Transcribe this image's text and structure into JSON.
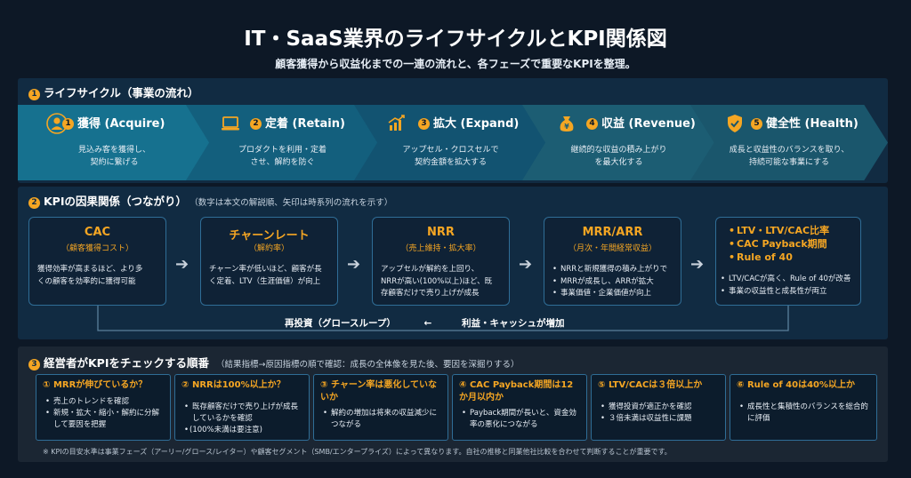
{
  "title": "IT・SaaS業界のライフサイクルとKPI関係図",
  "subtitle": "顧客獲得から収益化までの一連の流れと、各フェーズで重要なKPIを整理。",
  "section1": {
    "num": "1",
    "heading": "ライフサイクル（事業の流れ）",
    "stages": [
      {
        "num": "1",
        "title": "獲得 (Acquire)",
        "desc1": "見込み客を獲得し、",
        "desc2": "契約に繋げる",
        "icon": "user-icon",
        "color": "#16718f"
      },
      {
        "num": "2",
        "title": "定着 (Retain)",
        "desc1": "プロダクトを利用・定着",
        "desc2": "させ、解約を防ぐ",
        "icon": "laptop-icon",
        "color": "#135f7d"
      },
      {
        "num": "3",
        "title": "拡大 (Expand)",
        "desc1": "アップセル・クロスセルで",
        "desc2": "契約金額を拡大する",
        "icon": "chart-up-icon",
        "color": "#125371"
      },
      {
        "num": "4",
        "title": "収益 (Revenue)",
        "desc1": "継続的な収益の積み上がり",
        "desc2": "を最大化する",
        "icon": "money-bag-icon",
        "color": "#1c5d73"
      },
      {
        "num": "5",
        "title": "健全性 (Health)",
        "desc1": "成長と収益性のバランスを取り、",
        "desc2": "持続可能な事業にする",
        "icon": "shield-check-icon",
        "color": "#1a566c"
      }
    ]
  },
  "section2": {
    "num": "2",
    "heading": "KPIの因果関係（つながり）",
    "note": "（数字は本文の解説順、矢印は時系列の流れを示す）",
    "kpis": [
      {
        "title": "CAC",
        "sub": "（顧客獲得コスト）",
        "lines": [
          "獲得効率が高まるほど、より多",
          "くの顧客を効率的に獲得可能"
        ]
      },
      {
        "title": "チャーンレート",
        "sub": "（解約率）",
        "lines": [
          "チャーン率が低いほど、顧客が長",
          "く定着、LTV（生涯価値）が向上"
        ]
      },
      {
        "title": "NRR",
        "sub": "（売上維持・拡大率）",
        "lines": [
          "アップセルが解約を上回り、",
          "NRRが高い(100%以上)ほど、既",
          "存顧客だけで売り上げが成長"
        ]
      },
      {
        "title": "MRR/ARR",
        "sub": "（月次・年間経常収益）",
        "bullets": [
          "NRRと新規獲得の積み上がりで",
          "MRRが成長し、ARRが拡大",
          "事業価値・企業価値が向上"
        ]
      },
      {
        "items": [
          "LTV・LTV/CAC比率",
          "CAC Payback期間",
          "Rule of 40"
        ],
        "bullets": [
          "LTV/CACが高く、Rule of 40が改善",
          "事業の収益性と成長性が両立"
        ]
      }
    ],
    "loop_left": "再投資（グロースループ）",
    "loop_arrow": "←",
    "loop_right": "利益・キャッシュが増加"
  },
  "section3": {
    "num": "3",
    "heading": "経営者がKPIをチェックする順番",
    "note": "（結果指標→原因指標の順で確認：成長の全体像を見た後、要因を深掘りする）",
    "checks": [
      {
        "title": "① MRRが伸びているか？",
        "bullets": [
          "売上のトレンドを確認",
          "新規・拡大・縮小・解約に分解して要因を把握"
        ]
      },
      {
        "title": "② NRRは100%以上か？",
        "bullets": [
          "既存顧客だけで売り上げが成長しているかを確認",
          "(100%未満は要注意)"
        ]
      },
      {
        "title": "③ チャーン率は悪化していないか",
        "bullets": [
          "解約の増加は将来の収益減少につながる"
        ]
      },
      {
        "title": "④ CAC Payback期間は12か月以内か",
        "bullets": [
          "Payback期間が長いと、資金効率の悪化につながる"
        ]
      },
      {
        "title": "⑤ LTV/CACは３倍以上か",
        "bullets": [
          "獲得投資が適正かを確認",
          "３倍未満は収益性に課題"
        ]
      },
      {
        "title": "⑥ Rule of 40は40%以上か",
        "bullets": [
          "成長性と集積性のバランスを総合的に評価"
        ]
      }
    ]
  },
  "footnote": "※ KPIの目安水準は事業フェーズ（アーリー/グロース/レイター）や顧客セグメント（SMB/エンタープライズ）によって異なります。自社の推移と同業他社比較を合わせて判断することが重要です。",
  "colors": {
    "accent": "#f5a623",
    "background": "#0d1826",
    "panel": "#112b42",
    "border": "#2f6d96"
  }
}
